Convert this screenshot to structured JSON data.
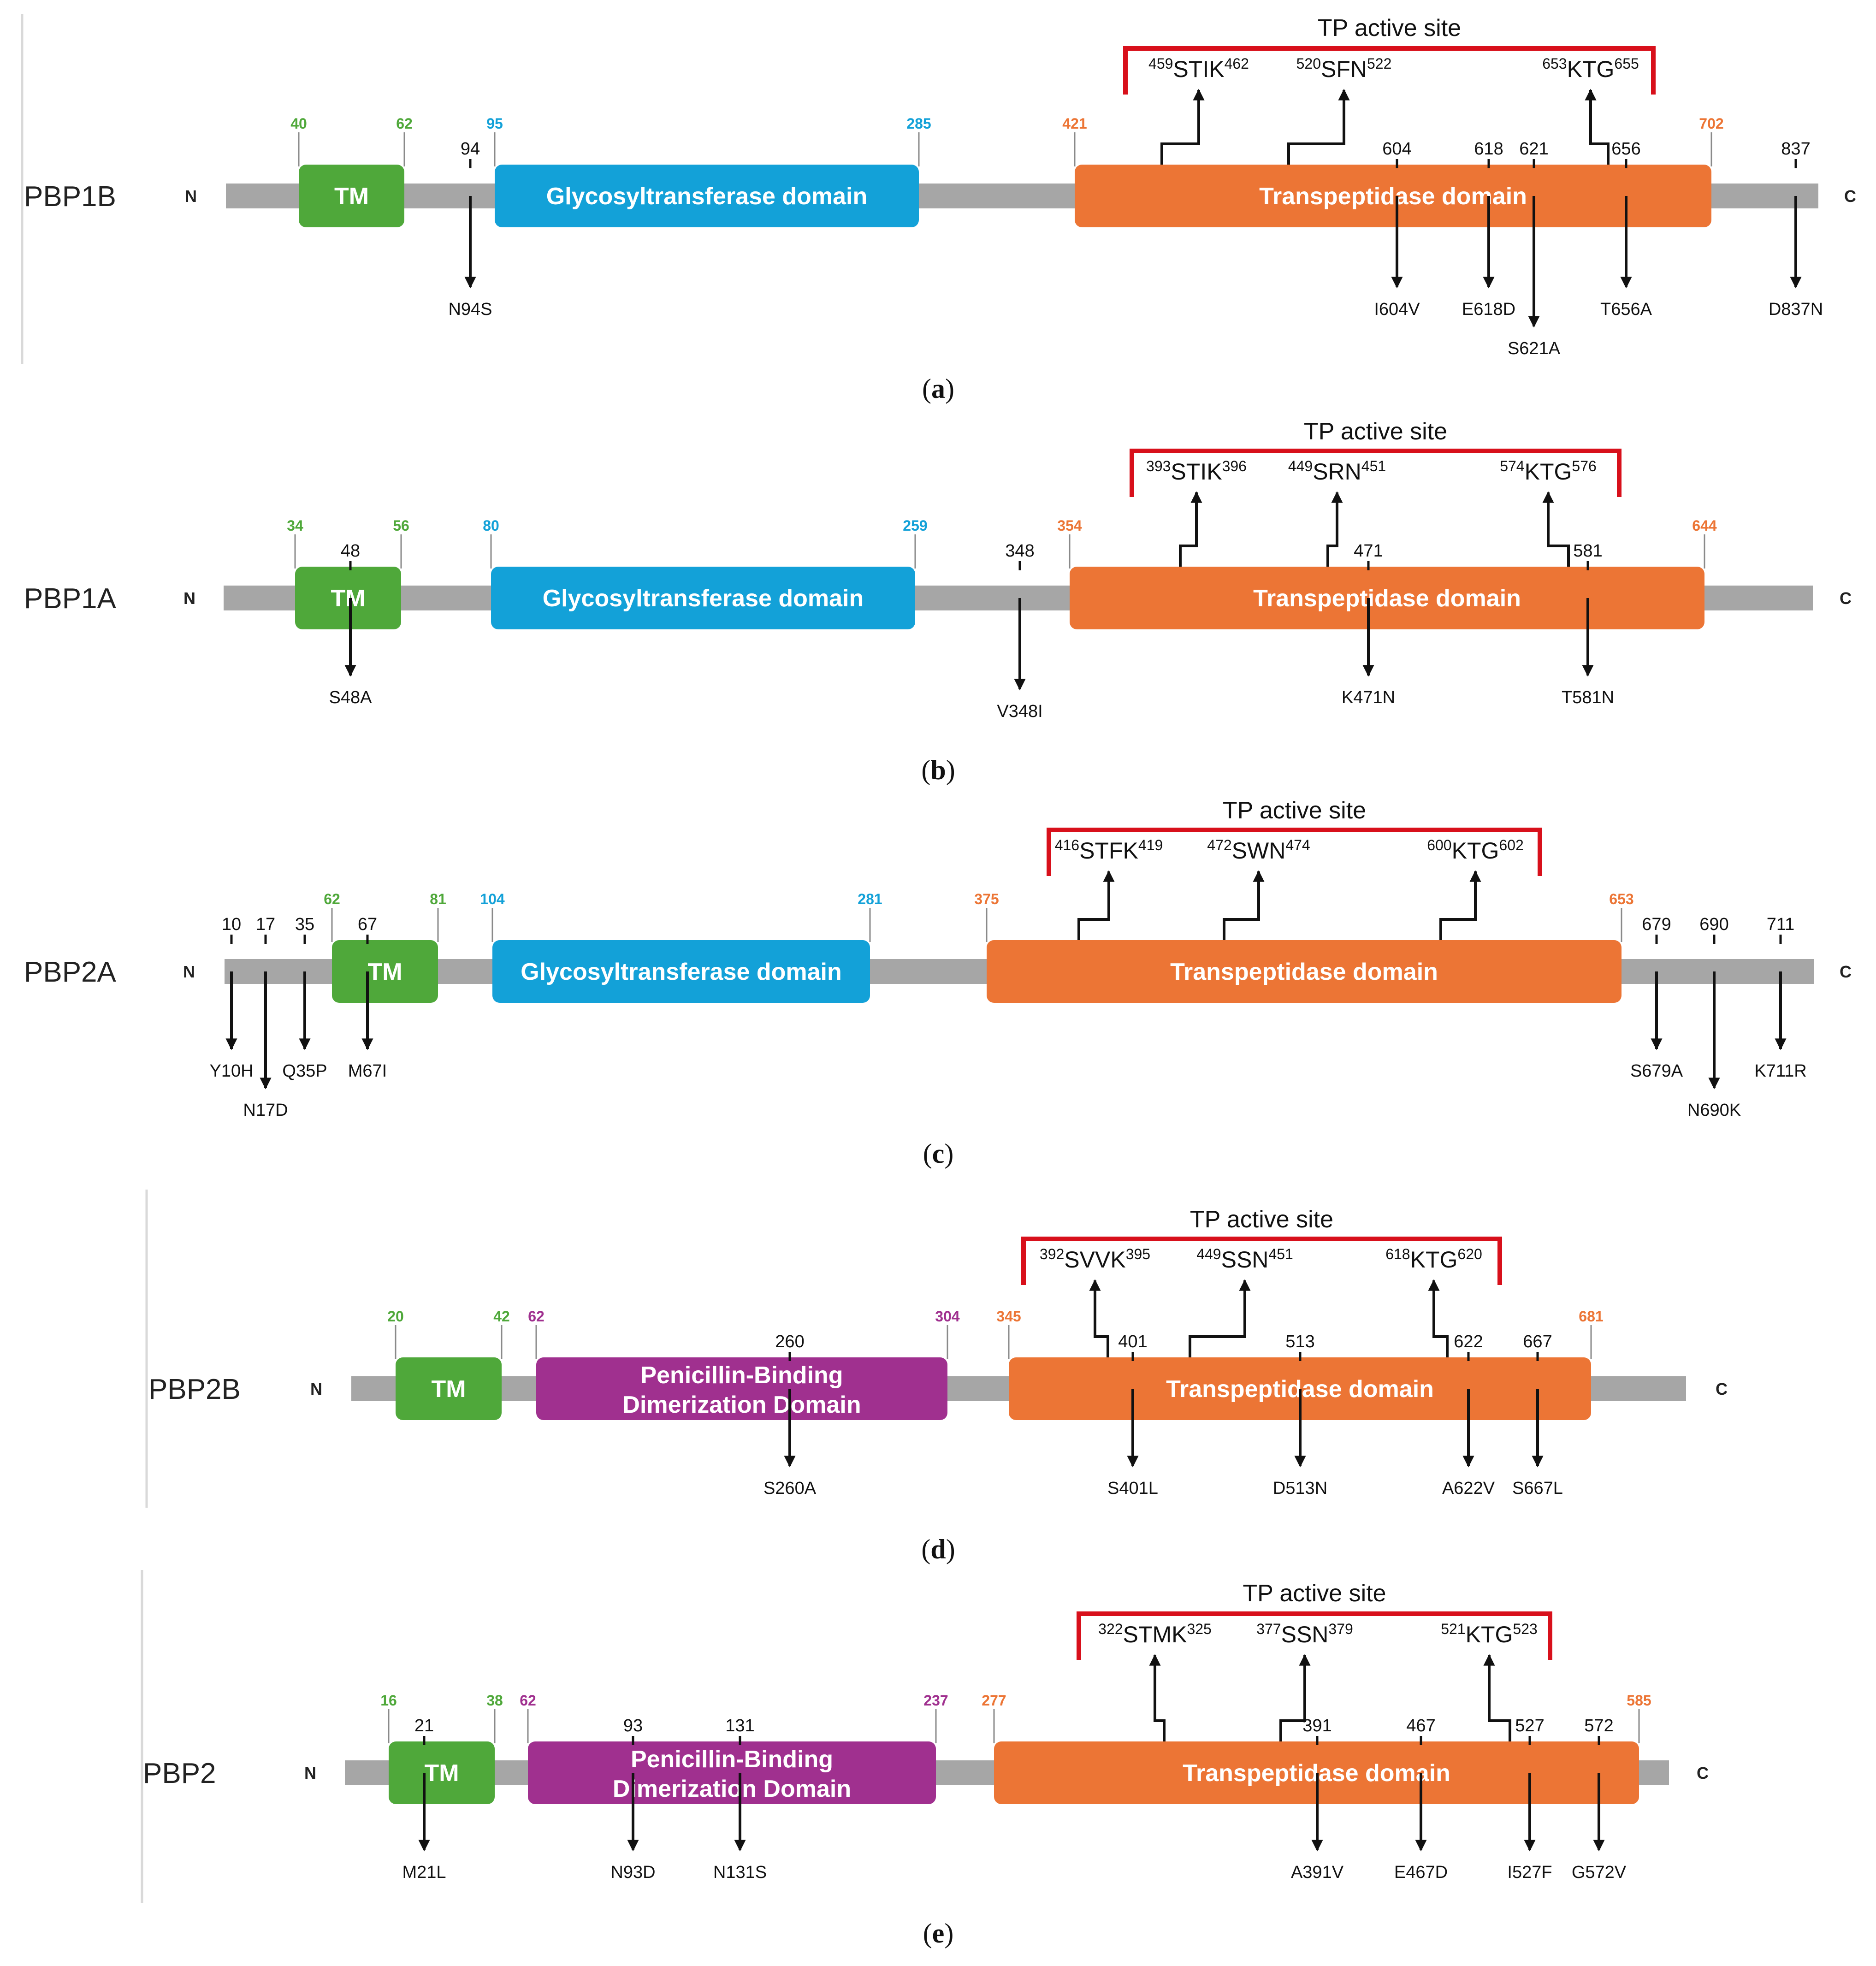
{
  "colors": {
    "backbone": "#a6a6a6",
    "tm": "#4fa83a",
    "gt": "#13a1d8",
    "pbd": "#a0308f",
    "tp": "#ec7535",
    "bracket": "#d8101b",
    "separator": "#d9d9d9",
    "arrow": "#111111"
  },
  "panels": [
    {
      "id": "a",
      "protein": "PBP1B",
      "length": 837,
      "n_label": "N",
      "c_label": "C",
      "domains": [
        {
          "type": "tm",
          "label": "TM",
          "start": 40,
          "end": 62
        },
        {
          "type": "gt",
          "label": "Glycosyltransferase domain",
          "start": 95,
          "end": 285
        },
        {
          "type": "tp",
          "label": "Transpeptidase domain",
          "start": 421,
          "end": 702
        }
      ],
      "boundary_labels": [
        "40",
        "62",
        "95",
        "285",
        "421",
        "702"
      ],
      "active_site": {
        "title": "TP active site",
        "motifs": [
          {
            "start": "459",
            "seq": "STIK",
            "end": "462"
          },
          {
            "start": "520",
            "seq": "SFN",
            "end": "522"
          },
          {
            "start": "653",
            "seq": "KTG",
            "end": "655"
          }
        ]
      },
      "mutations": [
        {
          "pos": "94",
          "label": "N94S"
        },
        {
          "pos": "604",
          "label": "I604V"
        },
        {
          "pos": "618",
          "label": "E618D"
        },
        {
          "pos": "621",
          "label": "S621A"
        },
        {
          "pos": "656",
          "label": "T656A"
        },
        {
          "pos": "837",
          "label": "D837N"
        }
      ],
      "caption": "a"
    },
    {
      "id": "b",
      "protein": "PBP1A",
      "length": 644,
      "n_label": "N",
      "c_label": "C",
      "domains": [
        {
          "type": "tm",
          "label": "TM",
          "start": 34,
          "end": 56
        },
        {
          "type": "gt",
          "label": "Glycosyltransferase  domain",
          "start": 80,
          "end": 259
        },
        {
          "type": "tp",
          "label": "Transpeptidase domain",
          "start": 354,
          "end": 644
        }
      ],
      "boundary_labels": [
        "34",
        "56",
        "80",
        "259",
        "354",
        "644"
      ],
      "active_site": {
        "title": "TP active site",
        "motifs": [
          {
            "start": "393",
            "seq": "STIK",
            "end": "396"
          },
          {
            "start": "449",
            "seq": "SRN",
            "end": "451"
          },
          {
            "start": "574",
            "seq": "KTG",
            "end": "576"
          }
        ]
      },
      "mutations": [
        {
          "pos": "48",
          "label": "S48A"
        },
        {
          "pos": "348",
          "label": "V348I"
        },
        {
          "pos": "471",
          "label": "K471N"
        },
        {
          "pos": "581",
          "label": "T581N"
        }
      ],
      "caption": "b"
    },
    {
      "id": "c",
      "protein": "PBP2A",
      "length": 711,
      "n_label": "N",
      "c_label": "C",
      "domains": [
        {
          "type": "tm",
          "label": "TM",
          "start": 62,
          "end": 81
        },
        {
          "type": "gt",
          "label": "Glycosyltransferase domain",
          "start": 104,
          "end": 281
        },
        {
          "type": "tp",
          "label": "Transpeptidase domain",
          "start": 375,
          "end": 653
        }
      ],
      "boundary_labels": [
        "62",
        "81",
        "104",
        "281",
        "375",
        "653"
      ],
      "active_site": {
        "title": "TP active site",
        "motifs": [
          {
            "start": "416",
            "seq": "STFK",
            "end": "419"
          },
          {
            "start": "472",
            "seq": "SWN",
            "end": "474"
          },
          {
            "start": "600",
            "seq": "KTG",
            "end": "602"
          }
        ]
      },
      "mutations": [
        {
          "pos": "10",
          "label": "Y10H"
        },
        {
          "pos": "17",
          "label": "N17D"
        },
        {
          "pos": "35",
          "label": "Q35P"
        },
        {
          "pos": "67",
          "label": "M67I"
        },
        {
          "pos": "679",
          "label": "S679A"
        },
        {
          "pos": "690",
          "label": "N690K"
        },
        {
          "pos": "711",
          "label": "K711R"
        }
      ],
      "caption": "c"
    },
    {
      "id": "d",
      "protein": "PBP2B",
      "length": 681,
      "n_label": "N",
      "c_label": "C",
      "domains": [
        {
          "type": "tm",
          "label": "TM",
          "start": 20,
          "end": 42
        },
        {
          "type": "pbd",
          "label": "Penicillin-Binding Dimerization Domain",
          "label_lines": [
            "Penicillin-Binding",
            "Dimerization Domain"
          ],
          "start": 62,
          "end": 304
        },
        {
          "type": "tp",
          "label": "Transpeptidase domain",
          "start": 345,
          "end": 681
        }
      ],
      "boundary_labels": [
        "20",
        "42",
        "62",
        "304",
        "345",
        "681"
      ],
      "active_site": {
        "title": "TP active site",
        "motifs": [
          {
            "start": "392",
            "seq": "SVVK",
            "end": "395"
          },
          {
            "start": "449",
            "seq": "SSN",
            "end": "451"
          },
          {
            "start": "618",
            "seq": "KTG",
            "end": "620"
          }
        ]
      },
      "mutations": [
        {
          "pos": "260",
          "label": "S260A"
        },
        {
          "pos": "401",
          "label": "S401L"
        },
        {
          "pos": "513",
          "label": "D513N"
        },
        {
          "pos": "622",
          "label": "A622V"
        },
        {
          "pos": "667",
          "label": "S667L"
        }
      ],
      "caption": "d"
    },
    {
      "id": "e",
      "protein": "PBP2",
      "length": 585,
      "n_label": "N",
      "c_label": "C",
      "domains": [
        {
          "type": "tm",
          "label": "TM",
          "start": 16,
          "end": 38
        },
        {
          "type": "pbd",
          "label": "Penicillin-Binding Dimerization Domain",
          "label_lines": [
            "Penicillin-Binding",
            "Dimerization Domain"
          ],
          "start": 62,
          "end": 237
        },
        {
          "type": "tp",
          "label": "Transpeptidase domain",
          "start": 277,
          "end": 585
        }
      ],
      "boundary_labels": [
        "16",
        "38",
        "62",
        "237",
        "277",
        "585"
      ],
      "active_site": {
        "title": "TP active site",
        "motifs": [
          {
            "start": "322",
            "seq": "STMK",
            "end": "325"
          },
          {
            "start": "377",
            "seq": "SSN",
            "end": "379"
          },
          {
            "start": "521",
            "seq": "KTG",
            "end": "523"
          }
        ]
      },
      "mutations": [
        {
          "pos": "21",
          "label": "M21L"
        },
        {
          "pos": "93",
          "label": "N93D"
        },
        {
          "pos": "131",
          "label": "N131S"
        },
        {
          "pos": "391",
          "label": "A391V"
        },
        {
          "pos": "467",
          "label": "E467D"
        },
        {
          "pos": "527",
          "label": "I527F"
        },
        {
          "pos": "572",
          "label": "G572V"
        }
      ],
      "caption": "e"
    }
  ]
}
